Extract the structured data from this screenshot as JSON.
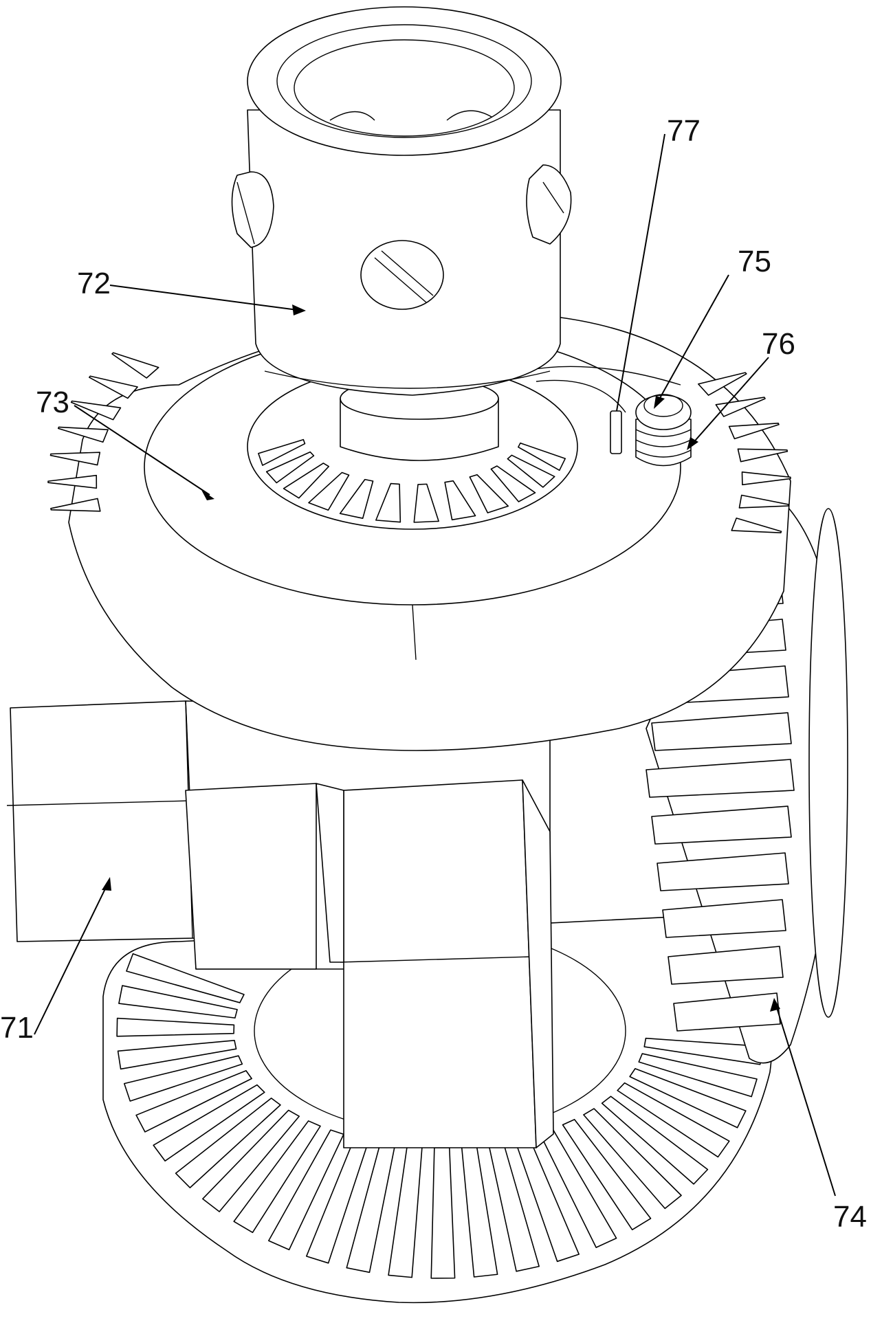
{
  "figure": {
    "labels": [
      {
        "id": "71",
        "text": "71"
      },
      {
        "id": "72",
        "text": "72"
      },
      {
        "id": "73",
        "text": "73"
      },
      {
        "id": "74",
        "text": "74"
      },
      {
        "id": "75",
        "text": "75"
      },
      {
        "id": "76",
        "text": "76"
      },
      {
        "id": "77",
        "text": "77"
      }
    ]
  }
}
